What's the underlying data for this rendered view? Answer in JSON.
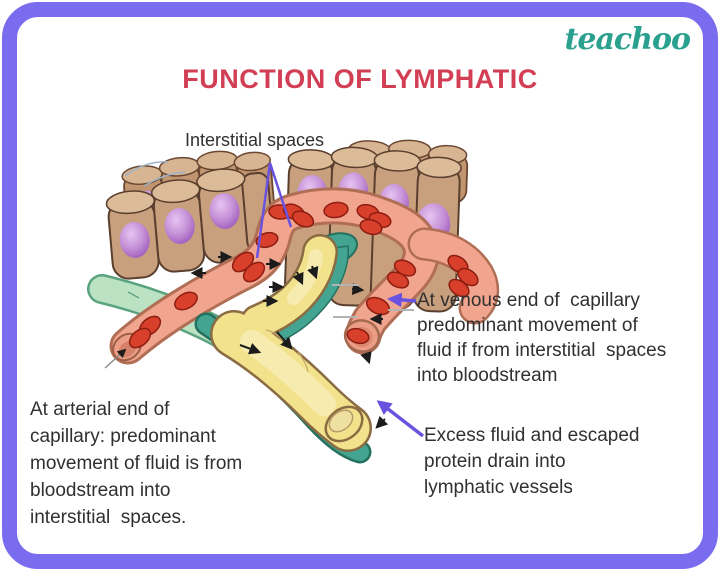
{
  "brand": {
    "logo": "teachoo",
    "color": "#2aa08f"
  },
  "title": {
    "text": "FUNCTION OF LYMPHATIC",
    "color": "#d23f55"
  },
  "frame": {
    "border_color": "#7a6cee"
  },
  "labels": {
    "interstitial": "Interstitial spaces",
    "venous": "At venous end of  capillary\npredominant movement of\nfluid if from interstitial  spaces\ninto bloodstream",
    "arterial": "At arterial end of\ncapillary: predominant\nmovement of fluid is from\nbloodstream into\ninterstitial  spaces.",
    "excess": "Excess fluid and escaped\nprotein drain into\nlymphatic vessels"
  },
  "diagram_parts": [
    "tissue-cells-left-block",
    "tissue-cells-right-block",
    "blood-capillary-with-red-blood-cells",
    "arterial-end-opening",
    "venous-end-opening",
    "lymphatic-vessel-green-arm",
    "lymphatic-vessel-yellow-lumen",
    "fluid-flow-arrows",
    "interstitial-spaces-pointer"
  ],
  "palette": {
    "frame_purple": "#7a6cee",
    "title_red": "#d23f55",
    "logo_teal": "#2aa08f",
    "capillary_pink": "#f2a58e",
    "capillary_outline": "#b06e55",
    "red_blood_cell": "#d8402c",
    "tissue_cell_brown": "#c9a07e",
    "nucleus_purple": "#b878cf",
    "lymph_teal": "#43a492",
    "lymph_pale_green": "#bce2c4",
    "lymph_yellow": "#f2e28c",
    "pointer_purple": "#6a52e0",
    "text_dark": "#303030"
  }
}
